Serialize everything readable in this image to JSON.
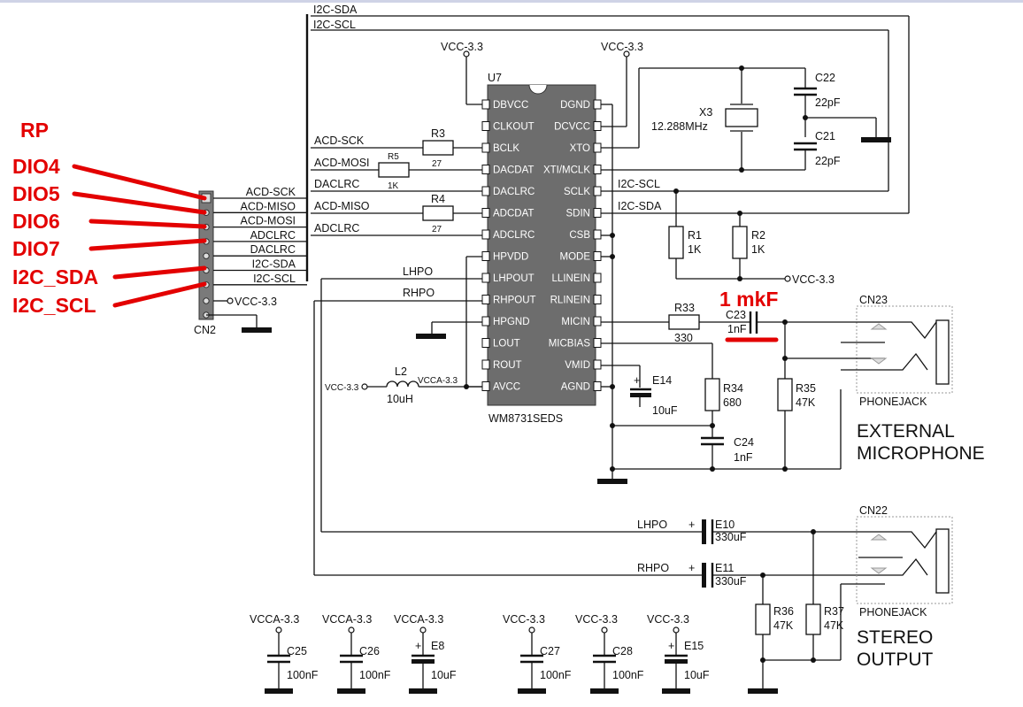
{
  "annotations": {
    "rp": "RP",
    "dio4": "DIO4",
    "dio5": "DIO5",
    "dio6": "DIO6",
    "dio7": "DIO7",
    "i2c_sda": "I2C_SDA",
    "i2c_scl": "I2C_SCL",
    "cap_note": "1 mkF"
  },
  "bus": {
    "sda": "I2C-SDA",
    "scl": "I2C-SCL"
  },
  "chip": {
    "ref": "U7",
    "part": "WM8731SEDS",
    "left_pins": [
      "DBVCC",
      "CLKOUT",
      "BCLK",
      "DACDAT",
      "DACLRC",
      "ADCDAT",
      "ADCLRC",
      "HPVDD",
      "LHPOUT",
      "RHPOUT",
      "HPGND",
      "LOUT",
      "ROUT",
      "AVCC"
    ],
    "right_pins": [
      "DGND",
      "DCVCC",
      "XTO",
      "XTI/MCLK",
      "SCLK",
      "SDIN",
      "CSB",
      "MODE",
      "LLINEIN",
      "RLINEIN",
      "MICIN",
      "MICBIAS",
      "VMID",
      "AGND"
    ]
  },
  "connector_cn2": {
    "ref": "CN2",
    "signals": [
      "ACD-SCK",
      "ACD-MISO",
      "ACD-MOSI",
      "ADCLRC",
      "DACLRC",
      "I2C-SDA",
      "I2C-SCL"
    ],
    "vcc": "VCC-3.3"
  },
  "nets": {
    "acd_sck": "ACD-SCK",
    "acd_mosi": "ACD-MOSI",
    "daclrc": "DACLRC",
    "acd_miso": "ACD-MISO",
    "adclrc": "ADCLRC",
    "lhpo": "LHPO",
    "rhpo": "RHPO",
    "i2c_scl": "I2C-SCL",
    "i2c_sda": "I2C-SDA",
    "vcc": "VCC-3.3",
    "vcca": "VCCA-3.3"
  },
  "components": {
    "r3": {
      "ref": "R3",
      "value": "27"
    },
    "r5": {
      "ref": "R5",
      "value": "1K"
    },
    "r4": {
      "ref": "R4",
      "value": "27"
    },
    "r1": {
      "ref": "R1",
      "value": "1K"
    },
    "r2": {
      "ref": "R2",
      "value": "1K"
    },
    "r33": {
      "ref": "R33",
      "value": "330"
    },
    "r34": {
      "ref": "R34",
      "value": "680"
    },
    "r35": {
      "ref": "R35",
      "value": "47K"
    },
    "r36": {
      "ref": "R36",
      "value": "47K"
    },
    "r37": {
      "ref": "R37",
      "value": "47K"
    },
    "x3": {
      "ref": "X3",
      "value": "12.288MHz"
    },
    "c22": {
      "ref": "C22",
      "value": "22pF"
    },
    "c21": {
      "ref": "C21",
      "value": "22pF"
    },
    "c23": {
      "ref": "C23",
      "value": "1nF"
    },
    "c24": {
      "ref": "C24",
      "value": "1nF"
    },
    "e14": {
      "ref": "E14",
      "value": "10uF"
    },
    "e10": {
      "ref": "E10",
      "value": "330uF"
    },
    "e11": {
      "ref": "E11",
      "value": "330uF"
    },
    "l2": {
      "ref": "L2",
      "value": "10uH"
    },
    "c25": {
      "ref": "C25",
      "value": "100nF"
    },
    "c26": {
      "ref": "C26",
      "value": "100nF"
    },
    "e8": {
      "ref": "E8",
      "value": "10uF"
    },
    "c27": {
      "ref": "C27",
      "value": "100nF"
    },
    "c28": {
      "ref": "C28",
      "value": "100nF"
    },
    "e15": {
      "ref": "E15",
      "value": "10uF"
    }
  },
  "jacks": {
    "cn23": {
      "ref": "CN23",
      "type": "PHONEJACK",
      "title1": "EXTERNAL",
      "title2": "MICROPHONE"
    },
    "cn22": {
      "ref": "CN22",
      "type": "PHONEJACK",
      "title1": "STEREO",
      "title2": "OUTPUT"
    }
  },
  "polarity": "+"
}
